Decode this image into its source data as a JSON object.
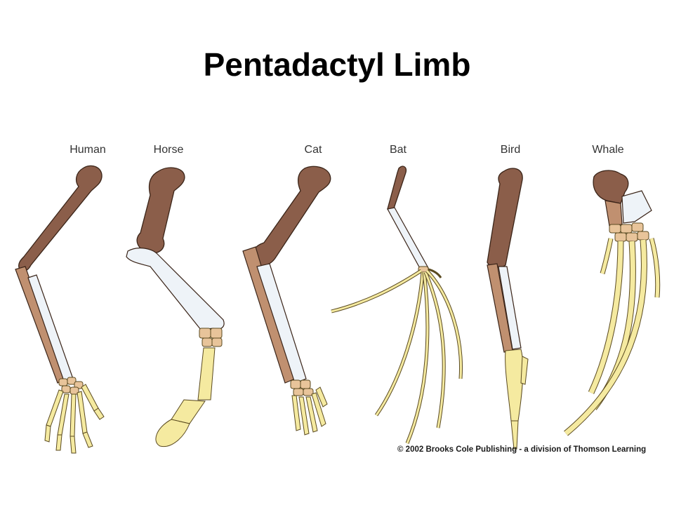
{
  "title": "Pentadactyl Limb",
  "labels": {
    "human": "Human",
    "horse": "Horse",
    "cat": "Cat",
    "bat": "Bat",
    "bird": "Bird",
    "whale": "Whale"
  },
  "credit": "© 2002 Brooks Cole Publishing - a division of Thomson Learning",
  "colors": {
    "humerus": "#8b5e4a",
    "radius": "#c09070",
    "ulna": "#eef3f8",
    "carpals": "#e8c49a",
    "digits": "#f5eaa0"
  }
}
